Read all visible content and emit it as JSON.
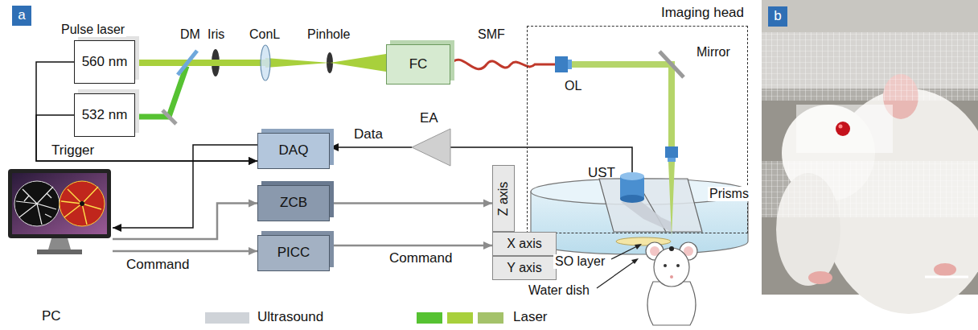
{
  "diagram": {
    "nodes": [
      {
        "text": [
          "a"
        ]
      },
      {
        "text": [
          "560 nm"
        ]
      },
      {
        "text": [
          "532 nm"
        ]
      },
      {
        "text": [
          "FC"
        ]
      },
      {
        "text": [
          "Imaging head"
        ]
      },
      {
        "text": [
          "UST"
        ],
        "in": 4
      },
      {
        "text": [
          "EA"
        ]
      },
      {
        "text": [
          "DAQ"
        ]
      },
      {
        "text": [
          "ZCB"
        ]
      },
      {
        "text": [
          "PICC"
        ]
      },
      {
        "text": [
          "Z axis"
        ]
      },
      {
        "text": [
          "X axis"
        ]
      },
      {
        "text": [
          "Y axis"
        ]
      },
      {
        "text": [
          "PC"
        ]
      },
      {
        "text": [
          "b"
        ]
      }
    ],
    "edges": [
      {
        "from": 1,
        "to": 7,
        "arrow": "to"
      },
      {
        "from": 2,
        "to": 7,
        "label": "Trigger",
        "arrow": "to"
      },
      {
        "from": 5,
        "to": 6,
        "arrow": "none"
      },
      {
        "from": 6,
        "to": 7,
        "label": "Data",
        "arrow": "to"
      },
      {
        "from": 7,
        "to": 13,
        "arrow": "to"
      },
      {
        "from": 13,
        "to": 8,
        "arrow": "to"
      },
      {
        "from": 8,
        "to": 10,
        "arrow": "to"
      },
      {
        "from": 13,
        "to": 9,
        "label": "Command",
        "arrow": "to"
      },
      {
        "from": 9,
        "to": 11,
        "label": "Command",
        "arrow": "to"
      }
    ],
    "labels": [
      "Pulse laser",
      "DM",
      "Iris",
      "ConL",
      "Pinhole",
      "SMF",
      "OL",
      "Mirror",
      "Prisms",
      "SO layer",
      "Water dish"
    ],
    "legend": [
      {
        "text": "Ultrasound",
        "color": "#cfd3d8"
      },
      {
        "text": "Laser",
        "color": "#a8d03c"
      }
    ]
  }
}
